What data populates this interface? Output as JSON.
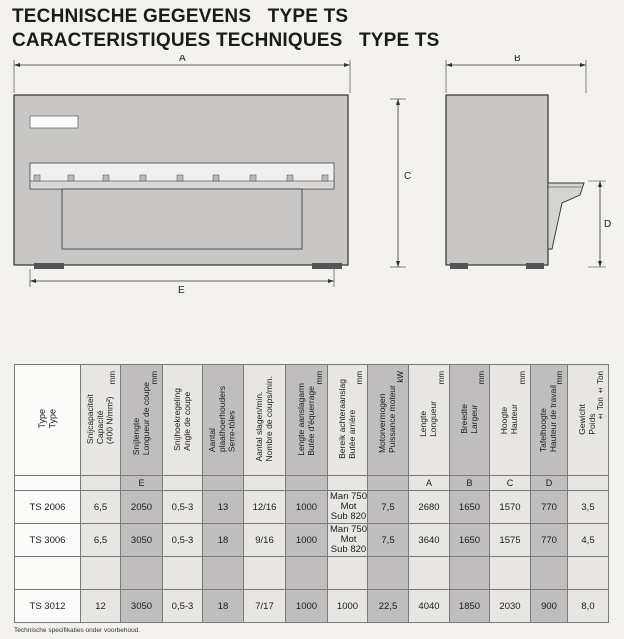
{
  "titles": {
    "line1": "TECHNISCHE GEGEVENS   TYPE TS",
    "line2": "CARACTERISTIQUES TECHNIQUES   TYPE TS"
  },
  "dimensions": {
    "a": "A",
    "b": "B",
    "c": "C",
    "d": "D",
    "e": "E"
  },
  "table": {
    "type_header": "Type\nType",
    "columns": [
      {
        "label": "Snijcapaciteit\nCapacité\n(400 N/mm²)",
        "unit": "mm",
        "letter": ""
      },
      {
        "label": "Snijlengte\nLongueur de coupe",
        "unit": "mm",
        "letter": "E"
      },
      {
        "label": "Snijhoekregeling\nAngle de coupe",
        "unit": "",
        "letter": ""
      },
      {
        "label": "Aantal\nplaathoerhouders\nSerre-tôles",
        "unit": "",
        "letter": ""
      },
      {
        "label": "Aantal slagen/min.\nNombre de coups/min.",
        "unit": "",
        "letter": ""
      },
      {
        "label": "Lengte aanslagarm\nButée d'équerrage",
        "unit": "mm",
        "letter": ""
      },
      {
        "label": "Bereik achteraanslag\nButée arrière",
        "unit": "mm",
        "letter": ""
      },
      {
        "label": "Motorvermogen\nPuissance moteur",
        "unit": "kW",
        "letter": ""
      },
      {
        "label": "Lengte\nLongueur",
        "unit": "mm",
        "letter": "A"
      },
      {
        "label": "Breedte\nLargeur",
        "unit": "mm",
        "letter": "B"
      },
      {
        "label": "Hoogte\nHauteur",
        "unit": "mm",
        "letter": "C"
      },
      {
        "label": "Tafelhoogte\nHauteur de travail",
        "unit": "mm",
        "letter": "D"
      },
      {
        "label": "Gewicht\nPoids",
        "unit": "± Ton\n± Ton",
        "letter": ""
      }
    ],
    "rows": [
      {
        "model": "TS 2006",
        "values": [
          "6,5",
          "2050",
          "0,5-3",
          "13",
          "12/16",
          "1000"
        ],
        "backgauge": [
          "Man",
          "Mot",
          "Sub"
        ],
        "backgauge_vals": [
          "750",
          "820"
        ],
        "rest": [
          "7,5",
          "2680",
          "1650",
          "1570",
          "770",
          "3,5"
        ]
      },
      {
        "model": "TS 3006",
        "values": [
          "6,5",
          "3050",
          "0,5-3",
          "18",
          "9/16",
          "1000"
        ],
        "backgauge": [
          "Man",
          "Mot",
          "Sub"
        ],
        "backgauge_vals": [
          "750",
          "820"
        ],
        "rest": [
          "7,5",
          "3640",
          "1650",
          "1575",
          "770",
          "4,5"
        ]
      },
      {
        "model": "TS 3012",
        "values": [
          "12",
          "3050",
          "0,5-3",
          "18",
          "7/17",
          "1000"
        ],
        "backgauge_single": "1000",
        "rest": [
          "22,5",
          "4040",
          "1850",
          "2030",
          "900",
          "8,0"
        ]
      }
    ]
  },
  "footnote": "Technische specifikaties onder voorbehoud."
}
